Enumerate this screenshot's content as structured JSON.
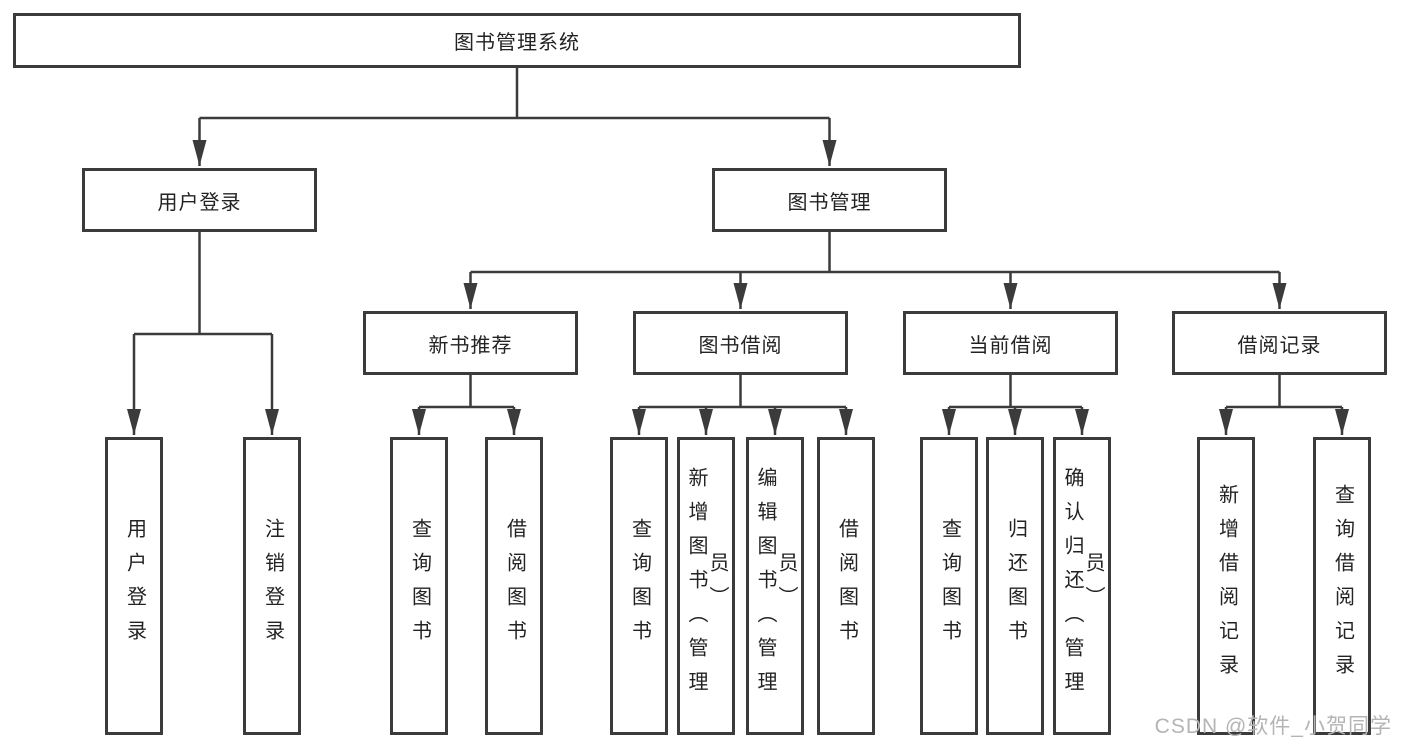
{
  "diagram": {
    "type": "hierarchy-tree",
    "root": {
      "label": "图书管理系统"
    },
    "level2": [
      {
        "label": "用户登录",
        "parent": "图书管理系统"
      },
      {
        "label": "图书管理",
        "parent": "图书管理系统"
      }
    ],
    "level3": [
      {
        "label": "新书推荐",
        "parent": "图书管理"
      },
      {
        "label": "图书借阅",
        "parent": "图书管理"
      },
      {
        "label": "当前借阅",
        "parent": "图书管理"
      },
      {
        "label": "借阅记录",
        "parent": "图书管理"
      }
    ],
    "leaves": [
      {
        "label": "用户登录",
        "parent": "用户登录"
      },
      {
        "label": "注销登录",
        "parent": "用户登录"
      },
      {
        "label": "查询图书",
        "parent": "新书推荐"
      },
      {
        "label": "借阅图书",
        "parent": "新书推荐"
      },
      {
        "label": "查询图书",
        "parent": "图书借阅"
      },
      {
        "label": "新增图书（管理员）",
        "parent": "图书借阅"
      },
      {
        "label": "编辑图书（管理员）",
        "parent": "图书借阅"
      },
      {
        "label": "借阅图书",
        "parent": "图书借阅"
      },
      {
        "label": "查询图书",
        "parent": "当前借阅"
      },
      {
        "label": "归还图书",
        "parent": "当前借阅"
      },
      {
        "label": "确认归还（管理员）",
        "parent": "当前借阅"
      },
      {
        "label": "新增借阅记录",
        "parent": "借阅记录"
      },
      {
        "label": "查询借阅记录",
        "parent": "借阅记录"
      }
    ]
  },
  "watermark": {
    "text": "CSDN @软件_小贺同学"
  },
  "colors": {
    "line": "#3b3b3b",
    "box_border": "#3b3b3b",
    "box_fill": "#ffffff",
    "text": "#232323",
    "watermark": "#b4b4b4",
    "background": "#ffffff"
  }
}
